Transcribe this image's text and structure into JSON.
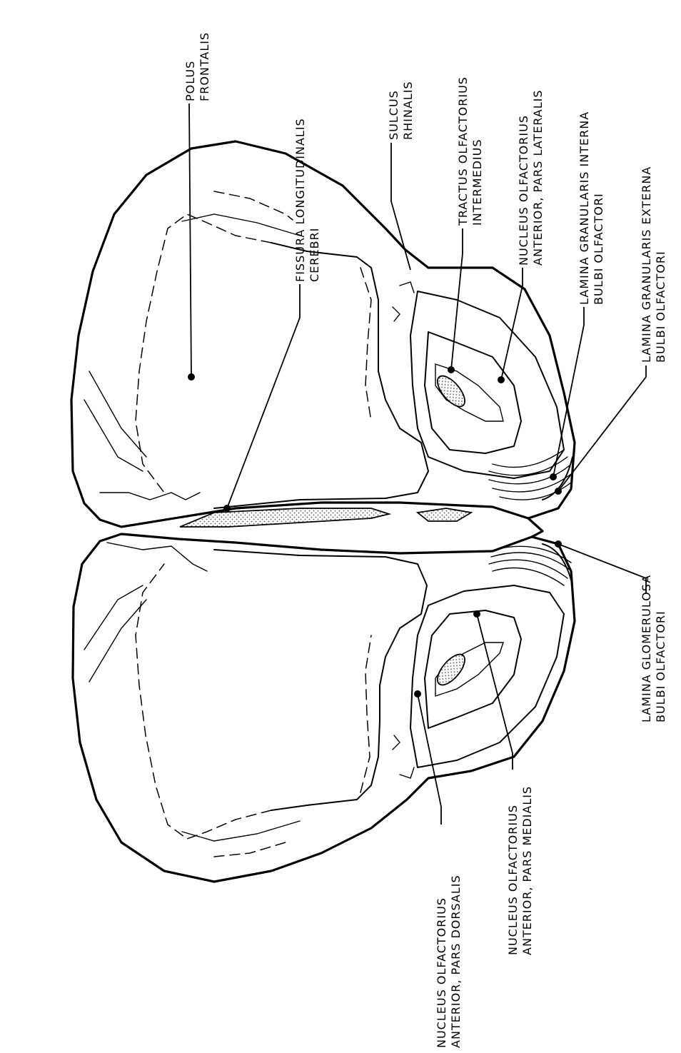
{
  "labels": {
    "fissura_longitudinalis": [
      "FISSURA LONGITUDINALIS",
      "CEREBRI"
    ],
    "polus_frontalis": [
      "POLUS",
      "FRONTALIS"
    ],
    "sulcus_rhinalis": [
      "SULCUS",
      "RHINALIS"
    ],
    "tractus_olfactorius": [
      "TRACTUS OLFACTORIUS",
      "INTERMEDIUS"
    ],
    "nucleus_pars_lateralis": [
      "NUCLEUS OLFACTORIUS",
      "ANTERIOR, PARS LATERALIS"
    ],
    "lamina_granularis_interna": [
      "LAMINA GRANULARIS INTERNA",
      "BULBI OLFACTORI"
    ],
    "lamina_granularis_externa": [
      "LAMINA GRANULARIS EXTERNA",
      "BULBI OLFACTORI"
    ],
    "lamina_glomerulosa": [
      "LAMINA GLOMERULOSA",
      "BULBI OLFACTORI"
    ],
    "nucleus_pars_medialis": [
      "NUCLEUS OLFACTORIUS",
      "ANTERIOR, PARS MEDIALIS"
    ],
    "nucleus_pars_dorsalis": [
      "NUCLEUS OLFACTORIUS",
      "ANTERIOR, PARS DORSALIS"
    ]
  }
}
